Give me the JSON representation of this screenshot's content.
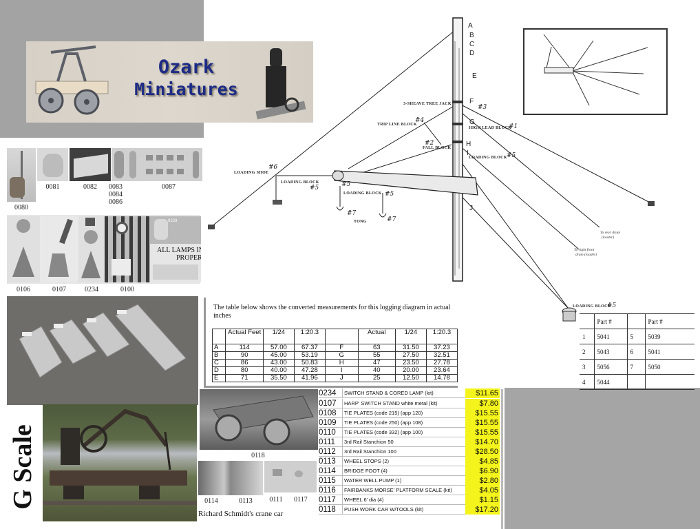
{
  "banner": {
    "title_line1": "Ozark",
    "title_line2": "Miniatures",
    "brand_color": "#1d2b86"
  },
  "collage": {
    "row1": [
      {
        "code": "0080"
      },
      {
        "code": "0081"
      },
      {
        "code": "0082"
      },
      {
        "code": "0083\n0084\n0086",
        "codes": [
          "0083",
          "0084",
          "0086"
        ]
      },
      {
        "code": "0087"
      }
    ],
    "row2": [
      {
        "code": "0106"
      },
      {
        "code": "0107"
      },
      {
        "code": "0234"
      },
      {
        "code": "0100"
      }
    ],
    "lamps_text_1": "ALL LAMPS IN",
    "lamps_text_2": "PROPER",
    "lamp_tag": "0233",
    "scale_label": "G Scale",
    "crane_caption": "Richard Schmidt's crane car",
    "bottom_codes": {
      "car": "0118",
      "a": "0114",
      "b": "0113",
      "c": "0111",
      "d": "0117"
    }
  },
  "diagram": {
    "letters": [
      "A",
      "B",
      "C",
      "D",
      "E",
      "F",
      "G",
      "H",
      "I",
      "J"
    ],
    "labels": {
      "tree_jack": "3-SHEAVE TREE JACK",
      "trip_line": "TRIP LINE BLOCK",
      "fall_block": "FALL BLOCK",
      "high_lead": "HIGH LEAD BLOCK",
      "loading_block": "LOADING BLOCK",
      "loading_shoe": "LOADING SHOE",
      "tong": "TONG",
      "rear_drum_1": "To rear drum",
      "rear_drum_2": "(loader)",
      "right_drum_1": "To right front",
      "right_drum_2": "drum (loader)"
    },
    "marks": {
      "n1": "#1",
      "n2": "#2",
      "n3": "#3",
      "n4": "#4",
      "n5": "#5",
      "n6": "#6",
      "n7": "#7"
    }
  },
  "measurements": {
    "intro": "The table below shows the converted measurements for this logging diagram in  actual inches",
    "headers": [
      "",
      "Actual Feet",
      "1/24",
      "1:20.3",
      "",
      "Actual",
      "1/24",
      "1:20.3"
    ],
    "rows": [
      [
        "A",
        "114",
        "57.00",
        "67.37",
        "F",
        "63",
        "31.50",
        "37.23"
      ],
      [
        "B",
        "90",
        "45.00",
        "53.19",
        "G",
        "55",
        "27.50",
        "32.51"
      ],
      [
        "C",
        "86",
        "43.00",
        "50.83",
        "H",
        "47",
        "23.50",
        "27.78"
      ],
      [
        "D",
        "80",
        "40.00",
        "47.28",
        "I",
        "40",
        "20.00",
        "23.64"
      ],
      [
        "E",
        "71",
        "35.50",
        "41.96",
        "J",
        "25",
        "12.50",
        "14.78"
      ]
    ]
  },
  "parts": {
    "header": "Part #",
    "rows": [
      [
        "1",
        "5041",
        "5",
        "5039"
      ],
      [
        "2",
        "5043",
        "6",
        "5041"
      ],
      [
        "3",
        "5056",
        "7",
        "5050"
      ],
      [
        "4",
        "5044",
        "",
        ""
      ]
    ]
  },
  "price_list": {
    "highlight_color": "#f4f41c",
    "items": [
      {
        "code": "0234",
        "desc": "SWITCH STAND & CORED LAMP (kit)",
        "price": "$11.65"
      },
      {
        "code": "0107",
        "desc": "HARP' SWITCH STAND white metal (kit)",
        "price": "$7.80"
      },
      {
        "code": "0108",
        "desc": "TIE PLATES (code 215) (app 120)",
        "price": "$15.55"
      },
      {
        "code": "0109",
        "desc": "TIE PLATES (code 250) (app 108)",
        "price": "$15.55"
      },
      {
        "code": "0110",
        "desc": "TIE PLATES (code 332) (app 100)",
        "price": "$15.55"
      },
      {
        "code": "0111",
        "desc": "3rd Rail Stanchion 50",
        "price": "$14.70"
      },
      {
        "code": "0112",
        "desc": "3rd Rail Stanchion 100",
        "price": "$28.50"
      },
      {
        "code": "0113",
        "desc": "WHEEL STOPS (2)",
        "price": "$4.85"
      },
      {
        "code": "0114",
        "desc": "BRIDGE FOOT (4)",
        "price": "$6.90"
      },
      {
        "code": "0115",
        "desc": "WATER WELL PUMP (1)",
        "price": "$2.80"
      },
      {
        "code": "0116",
        "desc": "FAIRBANKS MORSE' PLATFORM SCALE (kit)",
        "price": "$4.05"
      },
      {
        "code": "0117",
        "desc": "WHEEL 6' dia (4)",
        "price": "$1.15"
      },
      {
        "code": "0118",
        "desc": "PUSH WORK CAR W/TOOLS (kit)",
        "price": "$17.20"
      }
    ]
  }
}
